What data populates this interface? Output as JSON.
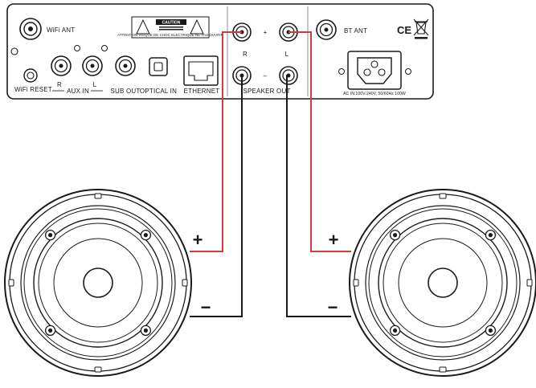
{
  "panel": {
    "wifi_ant": "WiFi ANT",
    "wifi_reset": "WiFi RESET",
    "aux_in": "AUX IN",
    "aux_r": "R",
    "aux_l": "L",
    "sub_out": "SUB OUT",
    "optical_in": "OPTICAL IN",
    "ethernet": "ETHERNET",
    "speaker_out": "SPEAKER OUT",
    "speaker_r": "R",
    "speaker_l": "L",
    "plus_mark": "+",
    "minus_mark": "–",
    "bt_ant": "BT ANT",
    "ce_mark": "CE",
    "caution_title": "CAUTION",
    "caution_text": "ATTENTION RISQUE DE CHOC ELECTRIQUE NE PAS OUVRIR",
    "ac_in": "AC IN:100V-240V, 50/60Hz 100W"
  },
  "speakers": {
    "left_plus": "+",
    "left_minus": "−",
    "right_plus": "+",
    "right_minus": "−"
  },
  "colors": {
    "positive_wire": "#d63a3a",
    "negative_wire": "#1a1a1a",
    "line": "#1a1a1a"
  }
}
